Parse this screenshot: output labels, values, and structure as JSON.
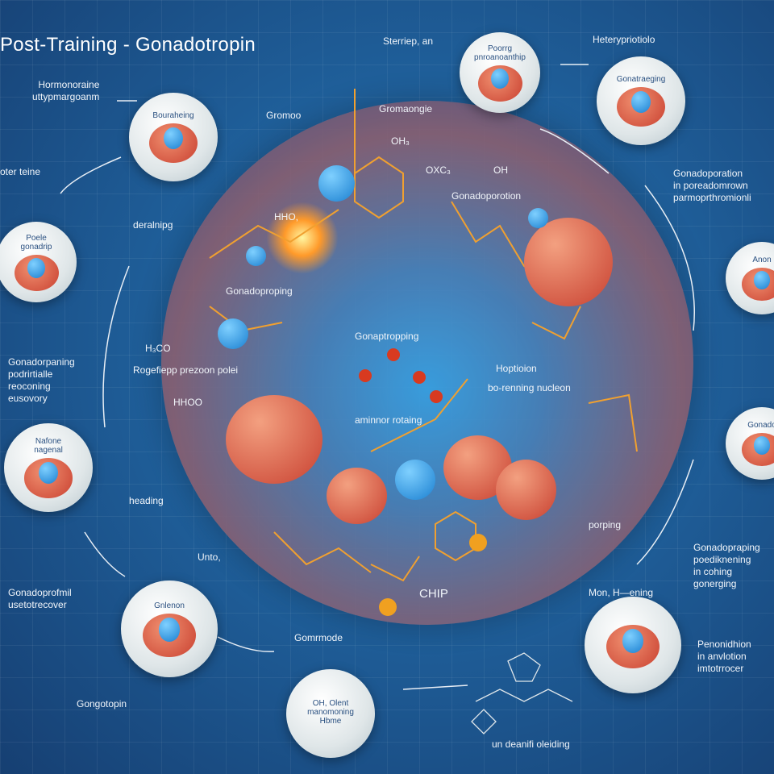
{
  "title": "Post-Training - Gonadotropin",
  "labels": [
    "Hormonoraine\nuttypmargoanm",
    "oter teine",
    "Sterriep, an",
    "Heterypriotiolo",
    "Gromoo",
    "Gromaongie",
    "Gonadoporation\nin poreadomrown\nparmoprthromionli",
    "deralnipg",
    "Gonadoporotion",
    "Gonadoproping",
    "Gonaptropping",
    "Rogefiepp prezoon polei",
    "Hoptioion",
    "bo-renning nucleon",
    "Gonadorpaning\npodrirtialle\nreoconing\neusovory",
    "aminnor rotaing",
    "heading",
    "porping",
    "Gonadoprofmil\nusetotrecover",
    "Gonadopraping\npoediknening\nin cohing\ngonerging",
    "Unto,",
    "CHIP",
    "Mon, H—ening",
    "Gomrmode",
    "Gongotopin",
    "un deanifi oleiding",
    "Penonidhion\nin anvlotion\nimtotrrocer",
    "HHO,",
    "HHOO",
    "H₃CO",
    "OH₃",
    "OXC₃",
    "OH"
  ],
  "satellites": [
    {
      "label": "Bouraheing"
    },
    {
      "label": "Poorrg\npnroanoanthip"
    },
    {
      "label": "Gonatraeging"
    },
    {
      "label": "Poele\ngonadrip"
    },
    {
      "label": "Anon"
    },
    {
      "label": "Nafone\nnagenal"
    },
    {
      "label": "Gonado"
    },
    {
      "label": "Gnlenon"
    },
    {
      "label": "OH, Olent\nmanomoning\nHbme"
    },
    {
      "label": ""
    }
  ],
  "colors": {
    "background": "#1f5f9a",
    "accent": "#f0a030",
    "protein": "#d9503a",
    "atom": "#1a8ad8"
  }
}
